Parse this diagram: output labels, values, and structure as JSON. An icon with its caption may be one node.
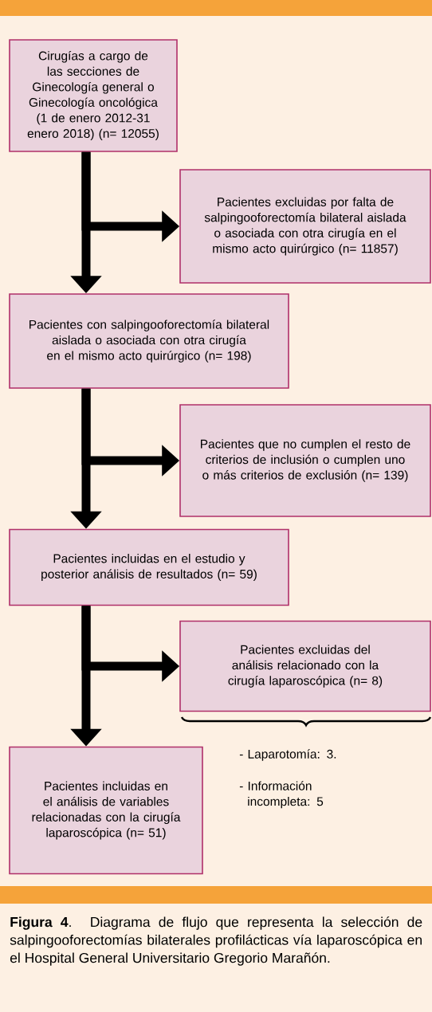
{
  "diagram": {
    "caption": "**Figura 4**. Diagrama de flujo que representa la selección de salpingooforectomías bilaterales profilácticas vía laparoscópica en el Hospital General Universitario Gregorio Marañón.",
    "nodes": [
      {
        "text": [
          "Cirugías a cargo de las secciones de Ginecología general o Ginecología oncológica (1 de enero 2012-31 enero 2018) (n= 12055)"
        ]
      },
      {
        "text": [
          "Pacientes excluidas por falta de salpingooforectomía bilateral aislada o asociada con otra cirugía en el mismo acto quirúrgico (n= 11857)"
        ]
      },
      {
        "text": [
          "Pacientes con salpingooforectomía bilateral aislada o asociada con otra cirugía en el mismo acto quirúrgico (n= 198)"
        ]
      },
      {
        "text": [
          "Pacientes que no cumplen el resto de criterios de inclusión o cumplen uno o más criterios de exclusión (n= 139)"
        ]
      },
      {
        "text": [
          "Pacientes incluidas en el estudio y posterior análisis de resultados (n= 59)"
        ]
      },
      {
        "text": [
          "Pacientes excluidas del análisis relacionado con la cirugía laparoscópica (n= 8)"
        ]
      },
      {
        "text": [
          "Pacientes incluidas en el análisis de variables relacionadas con la cirugía laparoscópica (n= 51)"
        ]
      }
    ],
    "edges": [
      {
        "from": 0,
        "to": 1,
        "arrow": "to"
      },
      {
        "from": 0,
        "to": 2,
        "arrow": "to"
      },
      {
        "from": 2,
        "to": 3,
        "arrow": "to"
      },
      {
        "from": 2,
        "to": 4,
        "arrow": "to"
      },
      {
        "from": 4,
        "to": 5,
        "arrow": "to"
      },
      {
        "from": 4,
        "to": 6,
        "arrow": "to"
      }
    ],
    "labels": [
      "- Laparotomía: 3.",
      "- Información incompleta: 5"
    ]
  }
}
